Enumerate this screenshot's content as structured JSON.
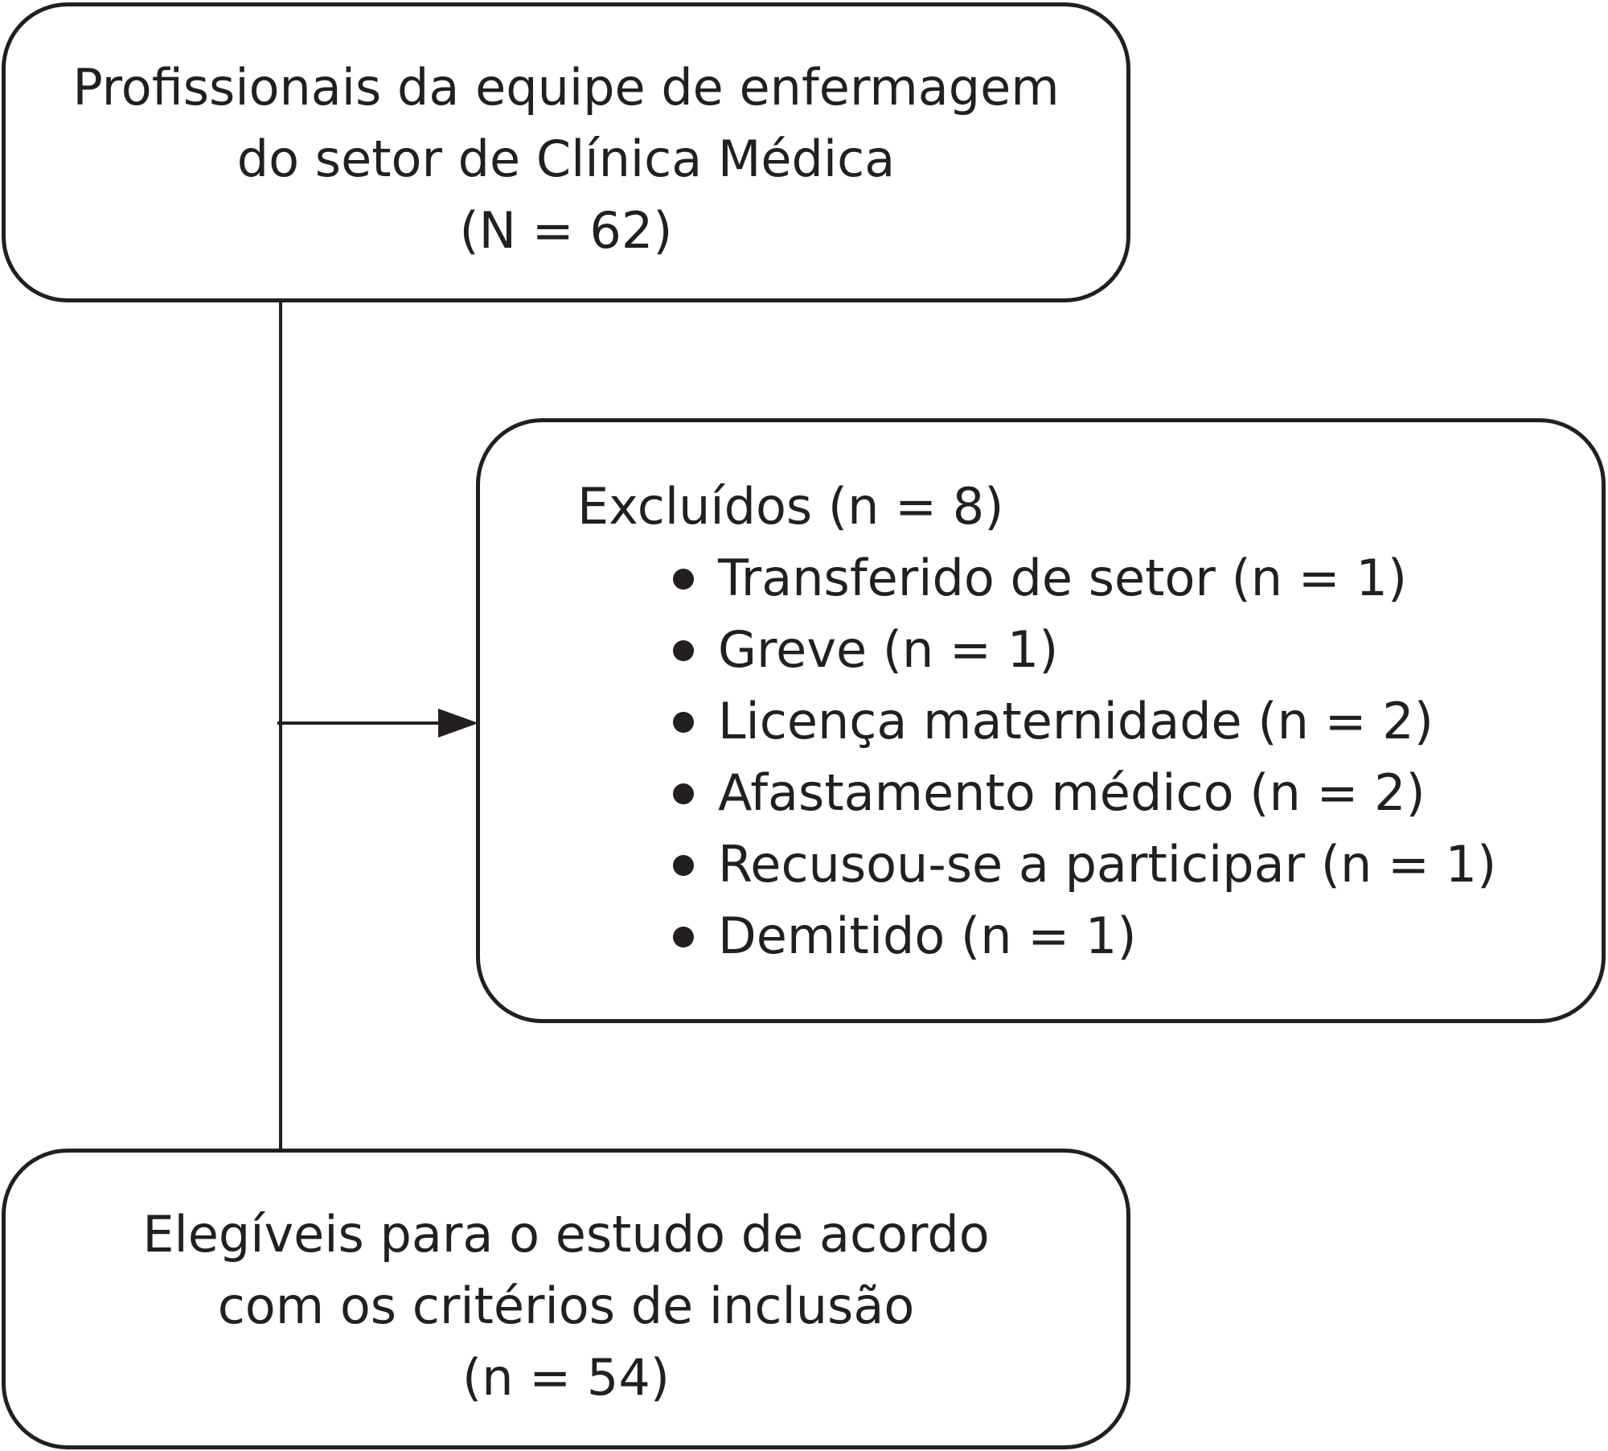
{
  "top_box": {
    "lines": [
      "Profissionais da equipe de enfermagem",
      "do setor de Clínica Médica",
      "(N =  62)"
    ]
  },
  "exclusions_box": {
    "heading": "Excluídos (n =  8)",
    "items": [
      "Transferido de setor (n = 1)",
      "Greve (n = 1)",
      "Licença maternidade (n = 2)",
      "Afastamento médico (n =  2)",
      "Recusou-se a participar (n = 1)",
      "Demitido (n = 1)"
    ]
  },
  "bottom_box": {
    "lines": [
      "Elegíveis para o estudo de acordo",
      "com os critérios de inclusão",
      "(n = 54)"
    ]
  },
  "colors": {
    "stroke": "#231f20",
    "background": "#ffffff"
  }
}
